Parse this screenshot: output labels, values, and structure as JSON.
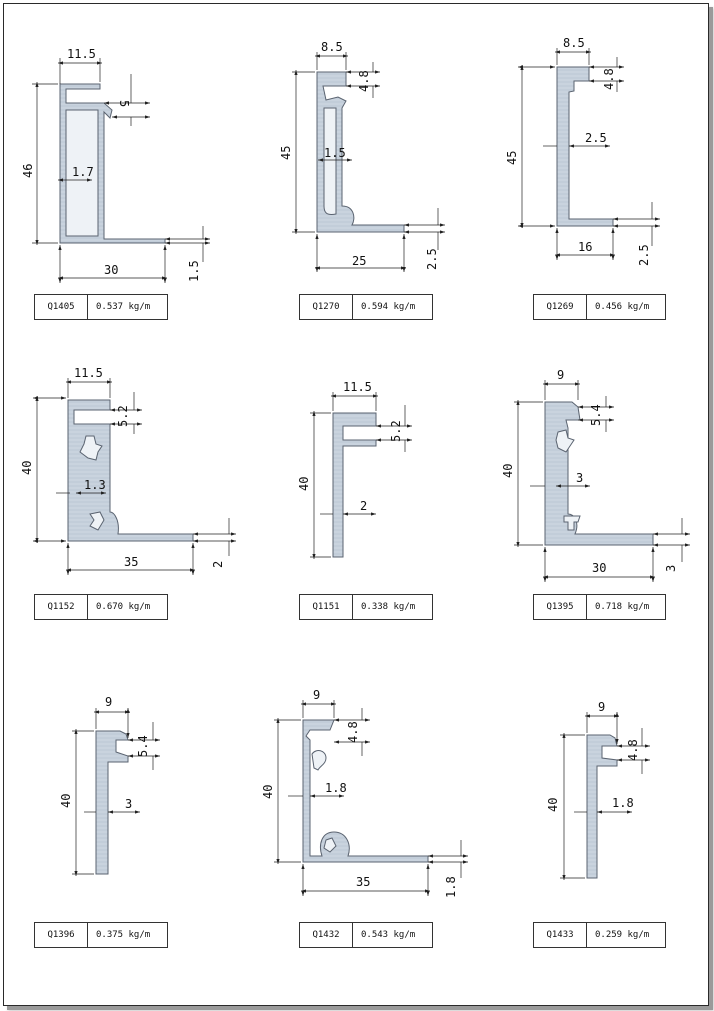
{
  "profiles": [
    {
      "code": "Q1405",
      "weight": "0.537 kg/m",
      "dims": [
        "11.5",
        "5",
        "46",
        "1.7",
        "30",
        "1.5"
      ]
    },
    {
      "code": "Q1270",
      "weight": "0.594 kg/m",
      "dims": [
        "8.5",
        "4.8",
        "45",
        "1.5",
        "25",
        "2.5"
      ]
    },
    {
      "code": "Q1269",
      "weight": "0.456 kg/m",
      "dims": [
        "8.5",
        "4.8",
        "45",
        "2.5",
        "16",
        "2.5"
      ]
    },
    {
      "code": "Q1152",
      "weight": "0.670 kg/m",
      "dims": [
        "11.5",
        "5.2",
        "40",
        "1.3",
        "35",
        "2"
      ]
    },
    {
      "code": "Q1151",
      "weight": "0.338 kg/m",
      "dims": [
        "11.5",
        "5.2",
        "40",
        "2"
      ]
    },
    {
      "code": "Q1395",
      "weight": "0.718 kg/m",
      "dims": [
        "9",
        "5.4",
        "40",
        "3",
        "30",
        "3"
      ]
    },
    {
      "code": "Q1396",
      "weight": "0.375 kg/m",
      "dims": [
        "9",
        "5.4",
        "40",
        "3"
      ]
    },
    {
      "code": "Q1432",
      "weight": "0.543 kg/m",
      "dims": [
        "9",
        "4.8",
        "40",
        "1.8",
        "35",
        "1.8"
      ]
    },
    {
      "code": "Q1433",
      "weight": "0.259 kg/m",
      "dims": [
        "9",
        "4.8",
        "40",
        "1.8"
      ]
    }
  ]
}
